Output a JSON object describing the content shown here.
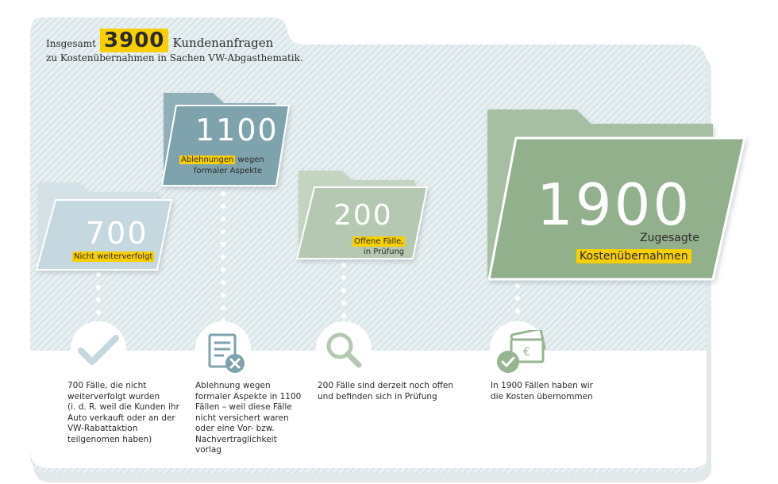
{
  "header": {
    "prefix": "Insgesamt",
    "total": "3900",
    "title": "Kundenanfragen",
    "subtitle": "zu Kostenübernahmen in Sachen VW-Abgasthematik."
  },
  "folders": [
    {
      "value": "700",
      "label_highlight": "Nicht weiterverfolgt",
      "label_rest": ""
    },
    {
      "value": "1100",
      "label_highlight": "Ablehnungen",
      "label_rest_1": "wegen",
      "label_rest_2": "formaler Aspekte"
    },
    {
      "value": "200",
      "label_highlight_1": "Offene Fälle,",
      "label_rest": "in Prüfung"
    },
    {
      "value": "1900",
      "label_line_1": "Zugesagte",
      "label_highlight": "Kostenübernahmen"
    }
  ],
  "descriptions": [
    {
      "lines": [
        "700 Fälle, die nicht",
        "weiterverfolgt wurden",
        "(i. d. R. weil die Kunden ihr",
        "Auto verkauft oder an der",
        "VW-Rabattaktion",
        "teilgenomen haben)"
      ]
    },
    {
      "lines": [
        "Ablehnung  wegen",
        "formaler Aspekte in 1100",
        "Fällen – weil diese Fälle",
        "nicht versichert waren",
        "oder eine Vor- bzw.",
        "Nachvertraglichkeit",
        "vorlag"
      ]
    },
    {
      "lines": [
        "200 Fälle sind derzeit noch offen",
        "und befinden sich in Prüfung"
      ]
    },
    {
      "lines": [
        "In 1900 Fällen haben wir",
        "die Kosten übernommen"
      ]
    }
  ],
  "icons": [
    "checkmark-icon",
    "document-reject-icon",
    "magnifier-icon",
    "money-check-icon"
  ],
  "colors": {
    "accent": "#f8cf00",
    "folder_light_blue": "#c5d7df",
    "folder_blue": "#7ea3ad",
    "folder_light_green": "#b5c9b2",
    "folder_green": "#93b08d",
    "icon_blue": "#c5d7df",
    "icon_green": "#98b592"
  }
}
